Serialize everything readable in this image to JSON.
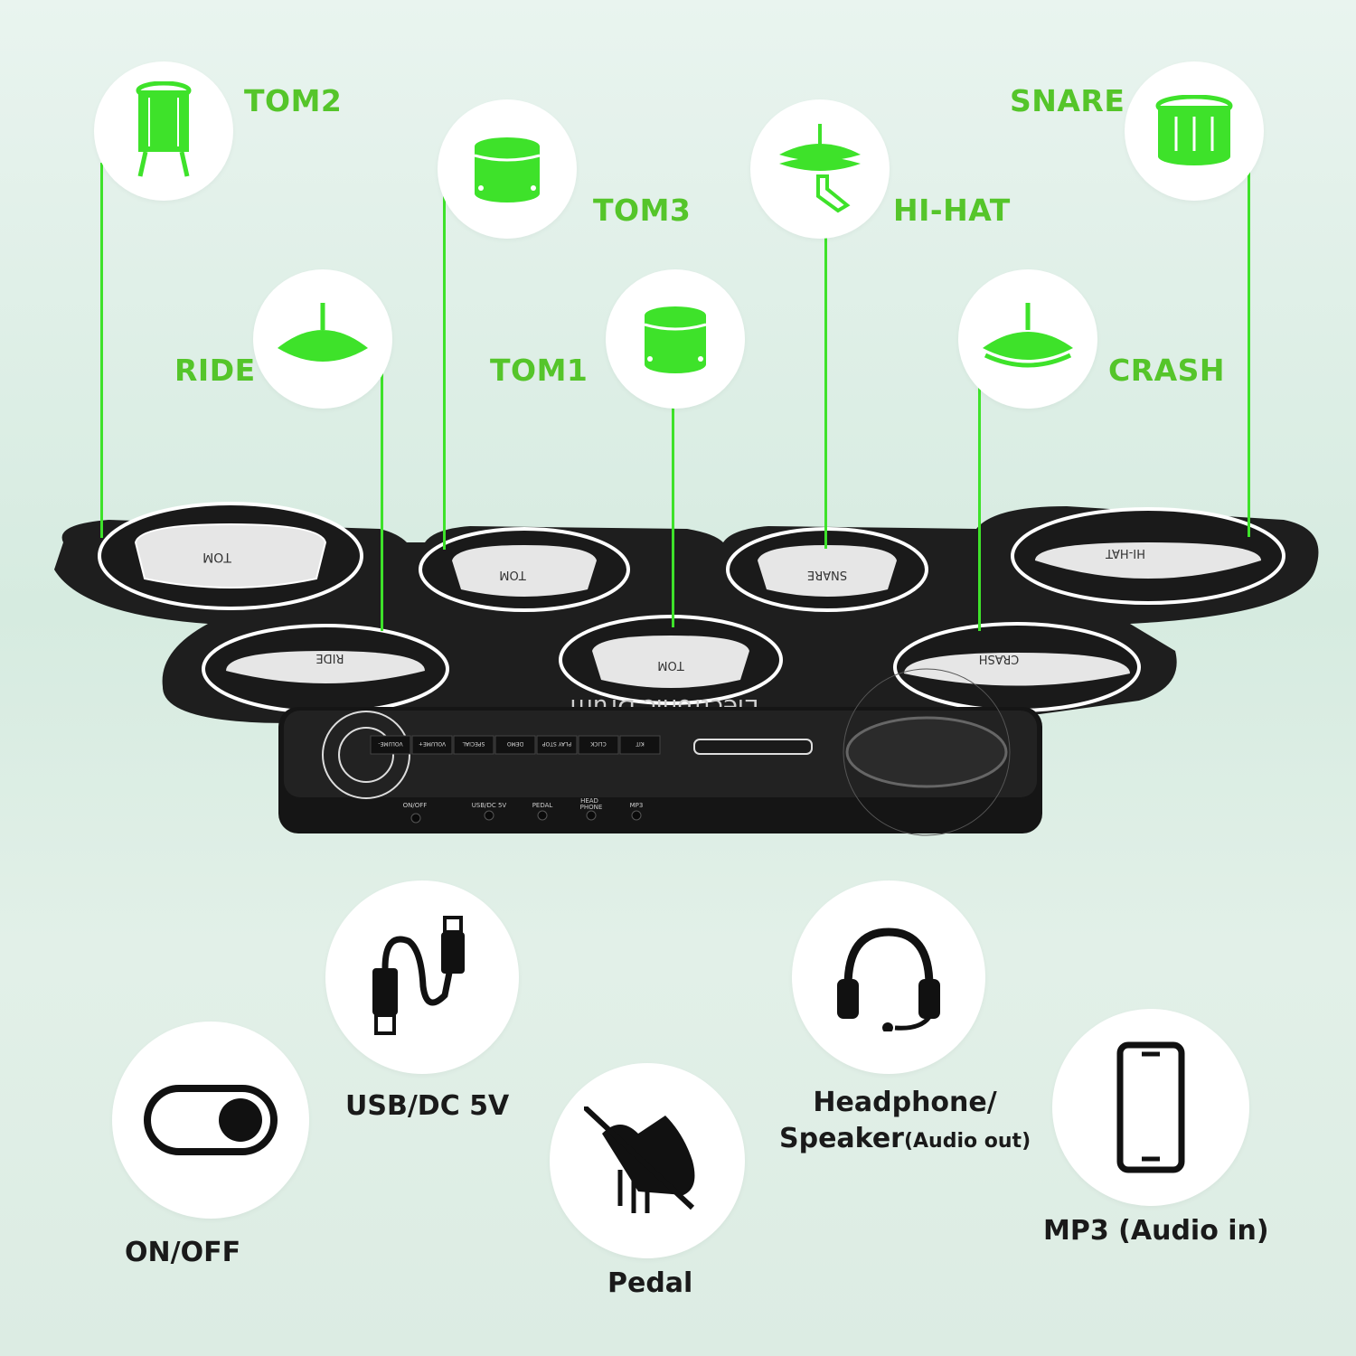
{
  "pads": {
    "tom2": {
      "label": "TOM2",
      "icon": "floor-tom-icon"
    },
    "tom3": {
      "label": "TOM3",
      "icon": "tom-drum-icon"
    },
    "hihat": {
      "label": "HI-HAT",
      "icon": "hi-hat-icon"
    },
    "snare": {
      "label": "SNARE",
      "icon": "snare-drum-icon"
    },
    "ride": {
      "label": "RIDE",
      "icon": "ride-cymbal-icon"
    },
    "tom1": {
      "label": "TOM1",
      "icon": "tom-drum-icon"
    },
    "crash": {
      "label": "CRASH",
      "icon": "crash-cymbal-icon"
    }
  },
  "device": {
    "brand_text": "Electronic Drum",
    "pad_texts": {
      "tom_a": "TOM",
      "tom_b": "TOM",
      "snare": "SNARE",
      "hihat": "HI-HAT",
      "ride": "RIDE",
      "tom_c": "TOM",
      "crash": "CRASH"
    },
    "buttons": [
      "VOLUME-",
      "VOLUME+",
      "SPECIAL",
      "DEMO",
      "PLAY STOP",
      "CLICK",
      "KIT"
    ],
    "ports": {
      "onoff": "ON/OFF",
      "usb": "USB/DC 5V",
      "pedal": "PEDAL",
      "headphone_1": "HEAD",
      "headphone_2": "PHONE",
      "mp3": "MP3"
    }
  },
  "features": {
    "onoff": {
      "label": "ON/OFF",
      "icon": "toggle-switch-icon"
    },
    "usb": {
      "label": "USB/DC 5V",
      "icon": "usb-cable-icon"
    },
    "pedal": {
      "label": "Pedal",
      "icon": "pedal-icon"
    },
    "headphone": {
      "label_line1": "Headphone/",
      "label_line2": "Speaker",
      "label_small": "(Audio out)",
      "icon": "headphone-icon"
    },
    "mp3": {
      "label": "MP3 (Audio in)",
      "icon": "phone-icon"
    }
  },
  "colors": {
    "accent_green": "#3ee22a",
    "label_green": "#55c52a",
    "device_black": "#1c1c1c"
  }
}
